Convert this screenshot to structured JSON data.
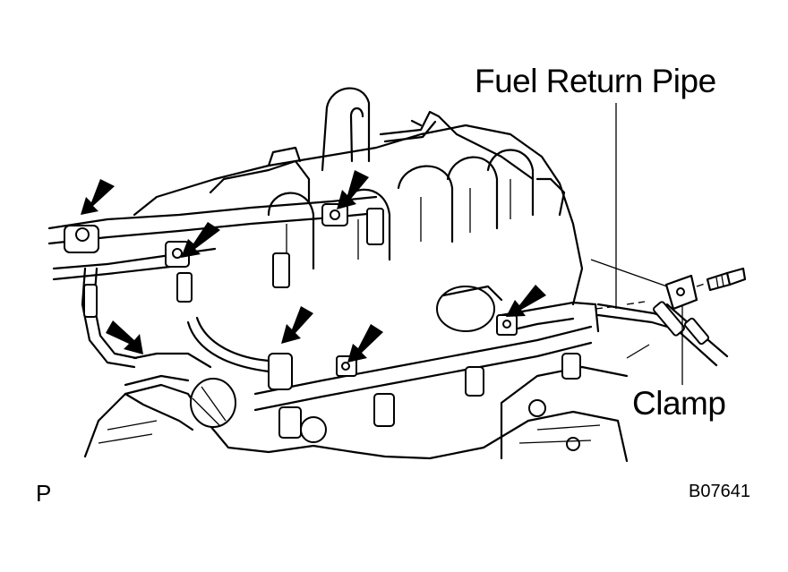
{
  "labels": {
    "fuel_return_pipe": "Fuel Return Pipe",
    "clamp": "Clamp",
    "view_marker": "P",
    "figure_code": "B07641"
  },
  "colors": {
    "line": "#000000",
    "background": "#ffffff"
  },
  "icons": [
    "arrow-icon"
  ]
}
